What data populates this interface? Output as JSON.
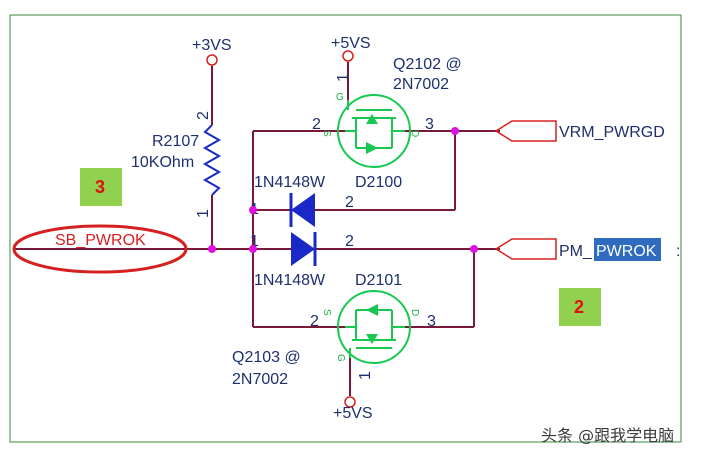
{
  "power_rails": {
    "vs3_top": "+3VS",
    "vs5_top": "+5VS",
    "vs5_bottom": "+5VS"
  },
  "resistor": {
    "ref": "R2107",
    "value": "10KOhm",
    "pin_top": "2",
    "pin_bottom": "1"
  },
  "q_top": {
    "ref": "Q2102 @",
    "part": "2N7002",
    "pin_gate": "1",
    "pin_source": "2",
    "pin_drain": "3",
    "g_letter": "G",
    "s_letter": "S",
    "d_letter": "D"
  },
  "q_bottom": {
    "ref": "Q2103 @",
    "part": "2N7002",
    "pin_gate": "1",
    "pin_source": "2",
    "pin_drain": "3",
    "g_letter": "G",
    "s_letter": "S",
    "d_letter": "D"
  },
  "diode_top": {
    "part": "1N4148W",
    "ref": "D2100",
    "pin_left": "1",
    "pin_right": "2"
  },
  "diode_bottom": {
    "part": "1N4148W",
    "ref": "D2101",
    "pin_left": "1",
    "pin_right": "2"
  },
  "nets": {
    "left_net": "SB_PWROK",
    "vrm": "VRM_PWRGD",
    "pm_prefix": "PM_",
    "pm_highlight": "PWROK"
  },
  "badges": {
    "left": "3",
    "right": "2"
  },
  "colors": {
    "wire": "#7a1a3a",
    "component": "#1a28c8",
    "mosfet": "#18c850",
    "junction": "#e010e0",
    "power_symbol": "#d62020",
    "badge_bg": "#92d050",
    "highlight": "#2f6cc0"
  },
  "watermark": "头条 @跟我学电脑"
}
